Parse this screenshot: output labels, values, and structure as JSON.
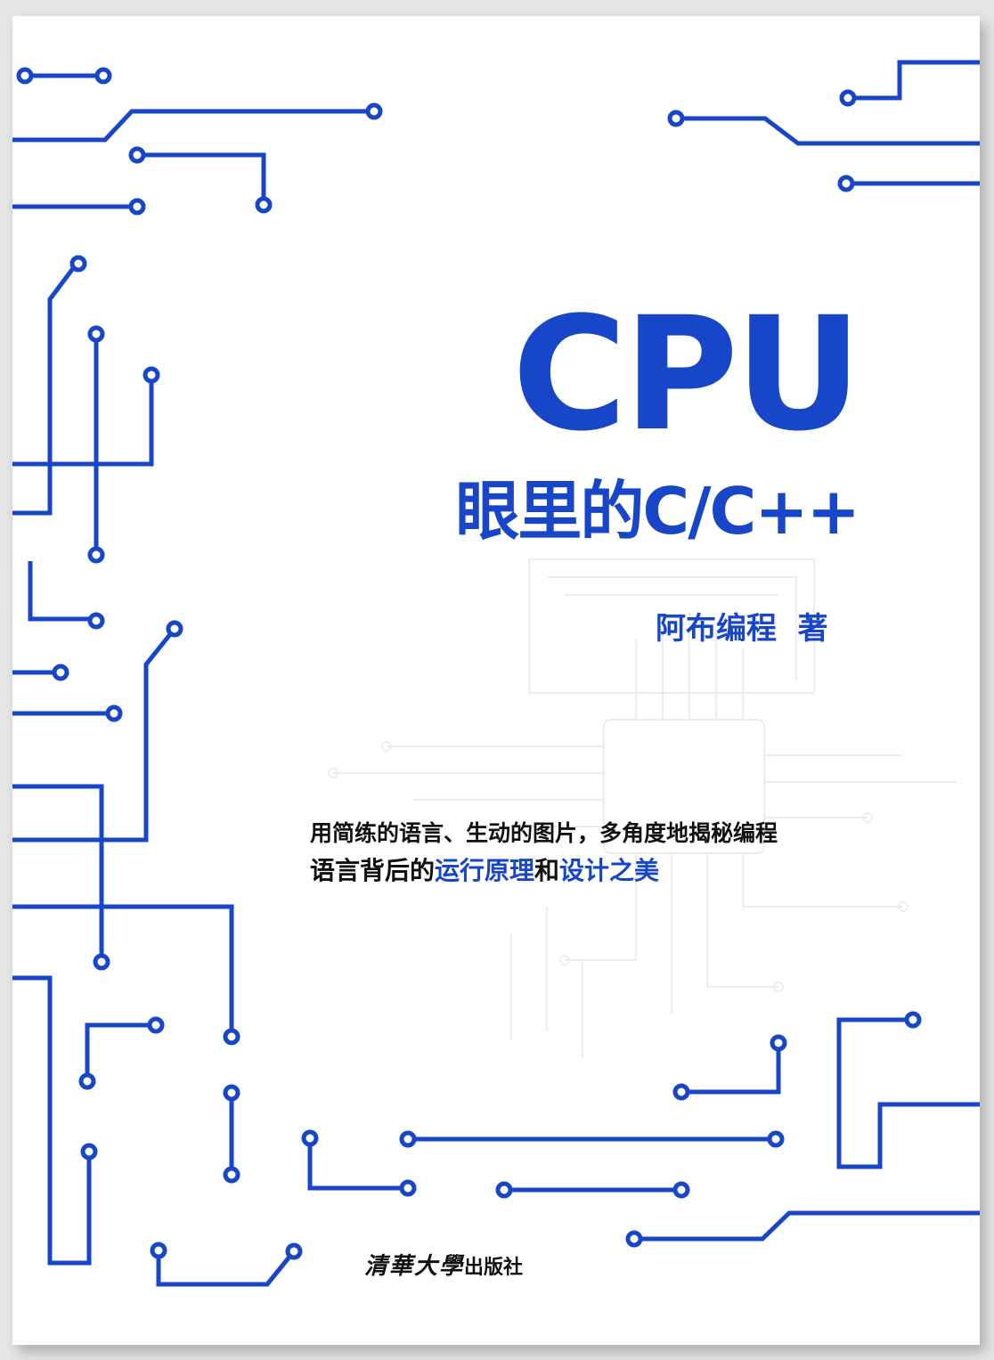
{
  "book": {
    "title": "CPU",
    "subtitle": "眼里的C/C++",
    "author": "阿布编程  著",
    "tagline_line1": "用简练的语言、生动的图片，多角度地揭秘编程",
    "tagline_line2_part1": "语言背后的",
    "tagline_line2_highlight1": "运行原理",
    "tagline_line2_part2": "和",
    "tagline_line2_highlight2": "设计之美",
    "publisher_brand": "清華大學",
    "publisher_suffix": "出版社"
  },
  "colors": {
    "brand_blue": "#1746c9",
    "faint_line": "#ececec",
    "text_dark": "#111111"
  }
}
